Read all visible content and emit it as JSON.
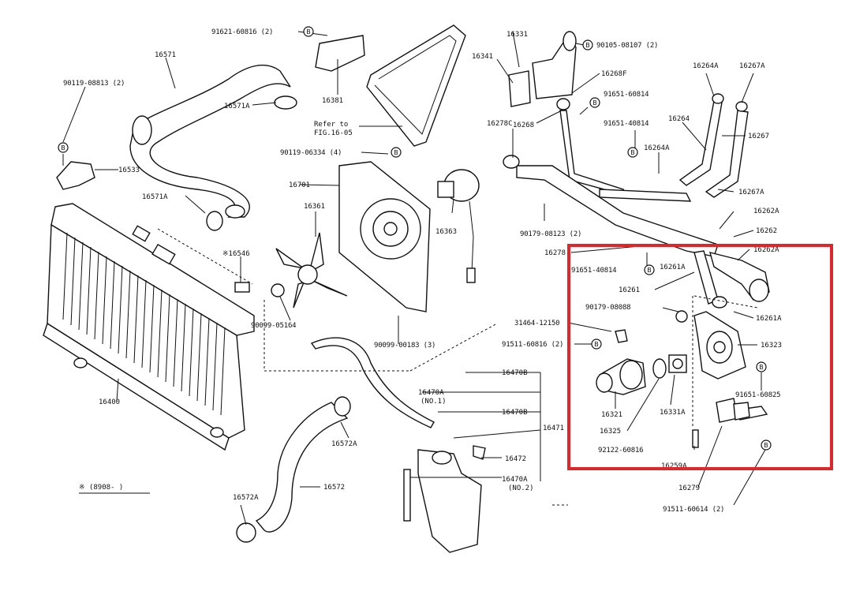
{
  "diagram": {
    "labels": {
      "l16571": "16571",
      "l90119_08813": "90119-08813 (2)",
      "l16571A": "16571A",
      "l16533": "16533",
      "l16571A_b": "16571A",
      "l91621": "91621-60816 (2)",
      "l16381": "16381",
      "l90119_06334": "90119-06334 (4)",
      "l16701": "16701",
      "l16361": "16361",
      "l16546": "※16546",
      "l90099_05164": "90099-05164",
      "l90099_00183": "90099-00183 (3)",
      "l16400": "16400",
      "l16331": "16331",
      "l16341": "16341",
      "l90105": "90105-08107 (2)",
      "l16268F": "16268F",
      "l91651_60814": "91651-60814",
      "l16268": "16268",
      "l91651_40814a": "91651-40814",
      "l16278C": "16278C",
      "l16264A": "16264A",
      "l16267A": "16267A",
      "l16264": "16264",
      "l16267": "16267",
      "l16264A_b": "16264A",
      "l16267A_b": "16267A",
      "l16363": "16363",
      "l90179_08123": "90179-08123 (2)",
      "l16262A": "16262A",
      "l16262": "16262",
      "l16278": "16278",
      "l16262A_b": "16262A",
      "l91651_40814b": "91651-40814",
      "l16261A": "16261A",
      "l16261": "16261",
      "l90179_08088": "90179-08088",
      "l16261A_b": "16261A",
      "l31464": "31464-12150",
      "l91511_60816": "91511-60816 (2)",
      "l16323": "16323",
      "l16470B": "16470B",
      "l16470A_1": "16470A",
      "l16470A_1n": "(NO.1)",
      "l16470B_b": "16470B",
      "l16471": "16471",
      "l16321": "16321",
      "l16331A": "16331A",
      "l91651_60825": "91651-60825",
      "l16325": "16325",
      "l92122": "92122-60816",
      "l16259A": "16259A",
      "l16279": "16279",
      "l91511_60614": "91511-60614 (2)",
      "l16572A": "16572A",
      "l16472": "16472",
      "l16470A_2": "16470A",
      "l16470A_2n": "(NO.2)",
      "l16572": "16572",
      "l16572A_b": "16572A",
      "l8908": "※ (8908-     )",
      "l_refer1": "Refer to",
      "l_refer2": "FIG.16-05"
    },
    "circle_letter": "B",
    "highlight_color": "#e0262b"
  }
}
